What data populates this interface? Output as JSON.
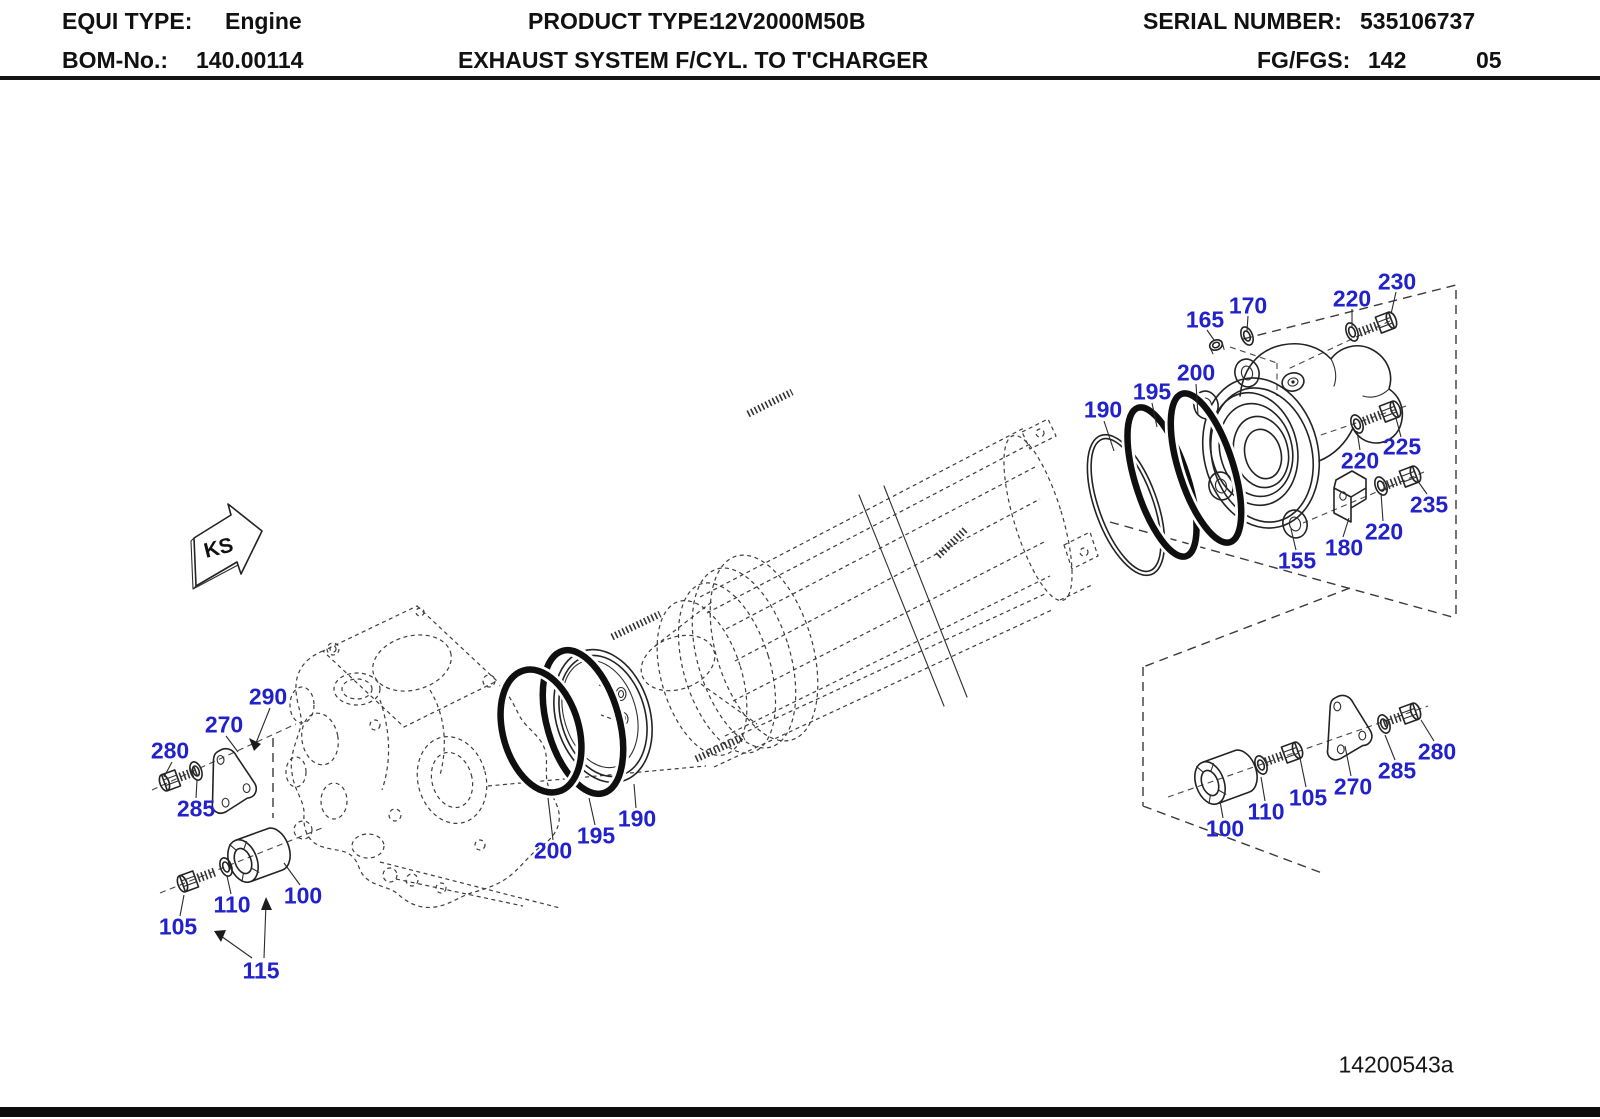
{
  "header": {
    "equi_type_label": "EQUI TYPE:",
    "equi_type_value": "Engine",
    "product_type_label": "PRODUCT TYPE:",
    "product_type_value": "12V2000M50B",
    "serial_label": "SERIAL NUMBER:",
    "serial_value": "535106737",
    "bom_label": "BOM-No.:",
    "bom_value": "140.00114",
    "assembly_title": "EXHAUST SYSTEM F/CYL. TO T'CHARGER",
    "fg_label": "FG/FGS:",
    "fg_value": "142",
    "fg_sheet": "05"
  },
  "diagram": {
    "view_marker": "KS",
    "drawing_number": "14200543a",
    "callouts": [
      {
        "text": "165"
      },
      {
        "text": "170"
      },
      {
        "text": "220"
      },
      {
        "text": "230"
      },
      {
        "text": "200"
      },
      {
        "text": "195"
      },
      {
        "text": "190"
      },
      {
        "text": "220"
      },
      {
        "text": "225"
      },
      {
        "text": "235"
      },
      {
        "text": "220"
      },
      {
        "text": "180"
      },
      {
        "text": "155"
      },
      {
        "text": "290"
      },
      {
        "text": "270"
      },
      {
        "text": "280"
      },
      {
        "text": "285"
      },
      {
        "text": "100"
      },
      {
        "text": "110"
      },
      {
        "text": "105"
      },
      {
        "text": "115"
      },
      {
        "text": "200"
      },
      {
        "text": "195"
      },
      {
        "text": "190"
      },
      {
        "text": "100"
      },
      {
        "text": "110"
      },
      {
        "text": "105"
      },
      {
        "text": "270"
      },
      {
        "text": "285"
      },
      {
        "text": "280"
      }
    ]
  },
  "colors": {
    "callout_blue": "#2222cc",
    "line_dark": "#232323"
  }
}
